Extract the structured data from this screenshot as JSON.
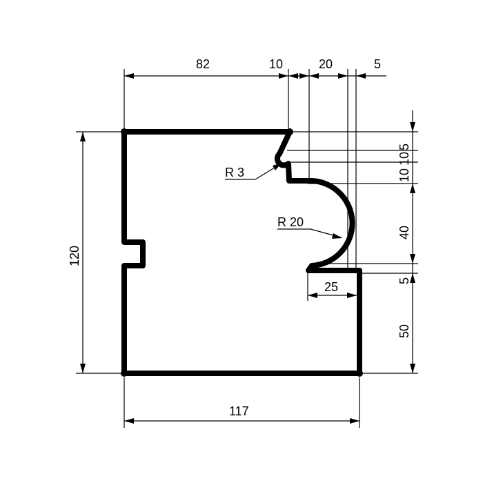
{
  "diagram": {
    "top_dims": [
      "82",
      "10",
      "20",
      "5"
    ],
    "right_dims": [
      "5",
      "10",
      "10",
      "40",
      "5",
      "50"
    ],
    "left_dim": "120",
    "bottom_dim": "117",
    "inner_dim": "25",
    "radius_small": "R 3",
    "radius_large": "R 20"
  }
}
